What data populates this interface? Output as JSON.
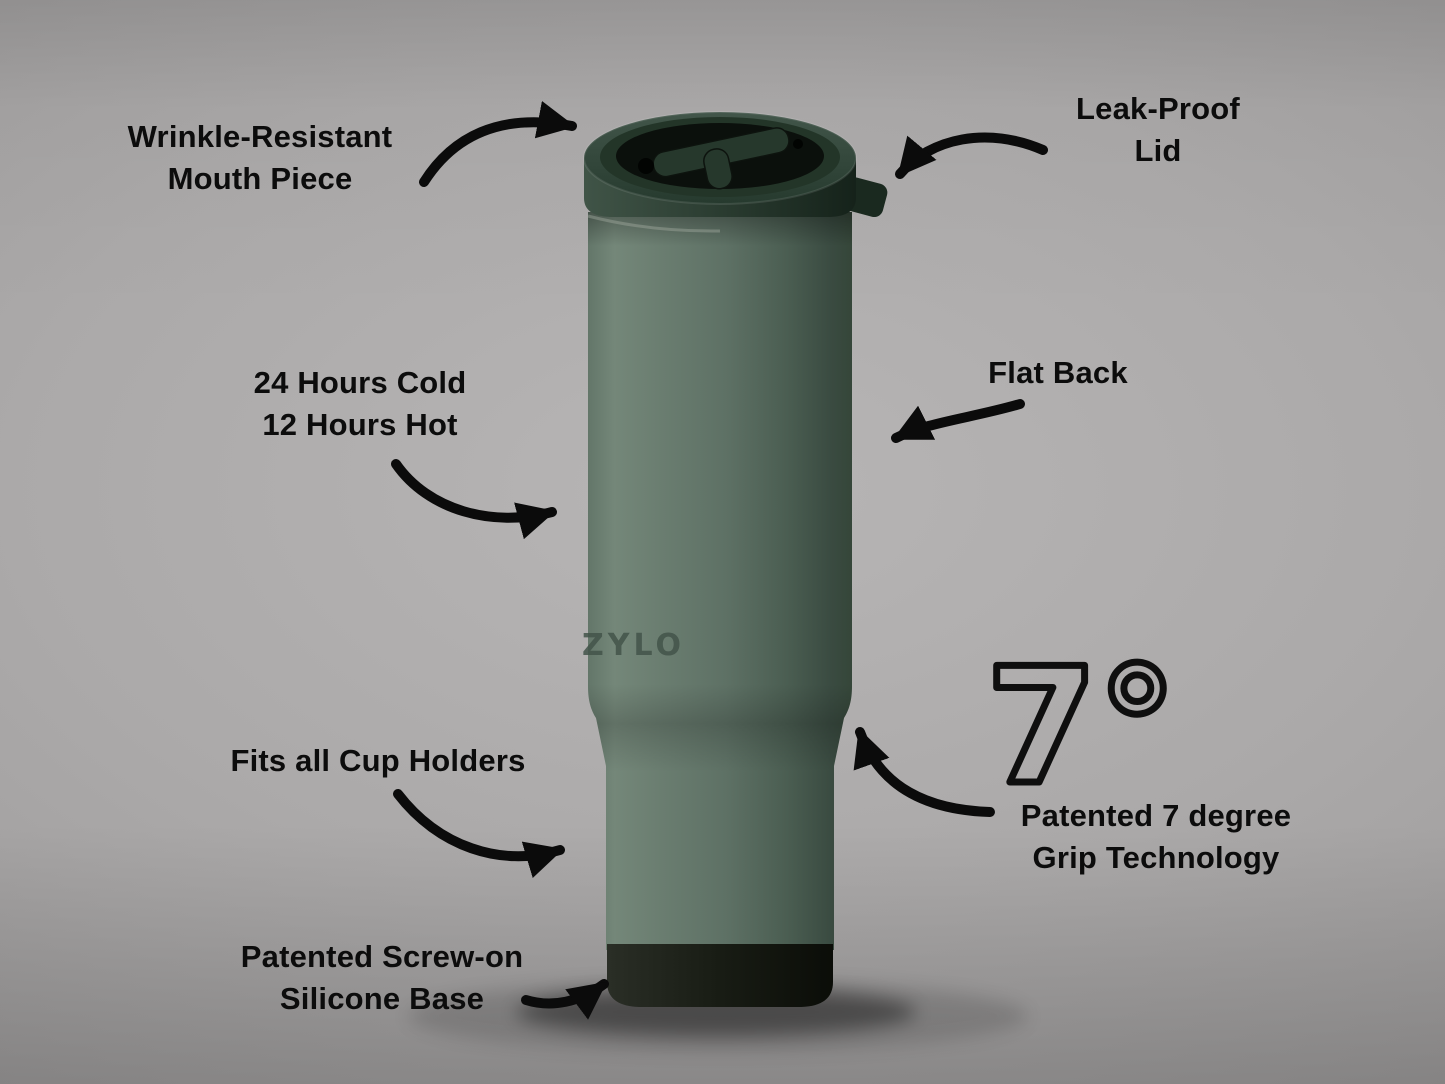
{
  "canvas": {
    "background_color": "#aaa8a8",
    "text_color": "#0c0c0c"
  },
  "product": {
    "brand": "ZYLO",
    "body_color": "#5e7165",
    "lid_color": "#2c3e32",
    "base_color": "#14180f"
  },
  "annotations": {
    "mouthpiece": {
      "line1": "Wrinkle-Resistant",
      "line2": "Mouth Piece"
    },
    "leak_proof": {
      "line1": "Leak-Proof",
      "line2": "Lid"
    },
    "insulation": {
      "line1": "24 Hours Cold",
      "line2": "12 Hours Hot"
    },
    "flat_back": {
      "line1": "Flat Back"
    },
    "cup_holders": {
      "line1": "Fits all Cup Holders"
    },
    "grip": {
      "badge": "7°",
      "line1": "Patented 7 degree",
      "line2": "Grip Technology"
    },
    "silicone_base": {
      "line1": "Patented Screw-on",
      "line2": "Silicone Base"
    }
  }
}
